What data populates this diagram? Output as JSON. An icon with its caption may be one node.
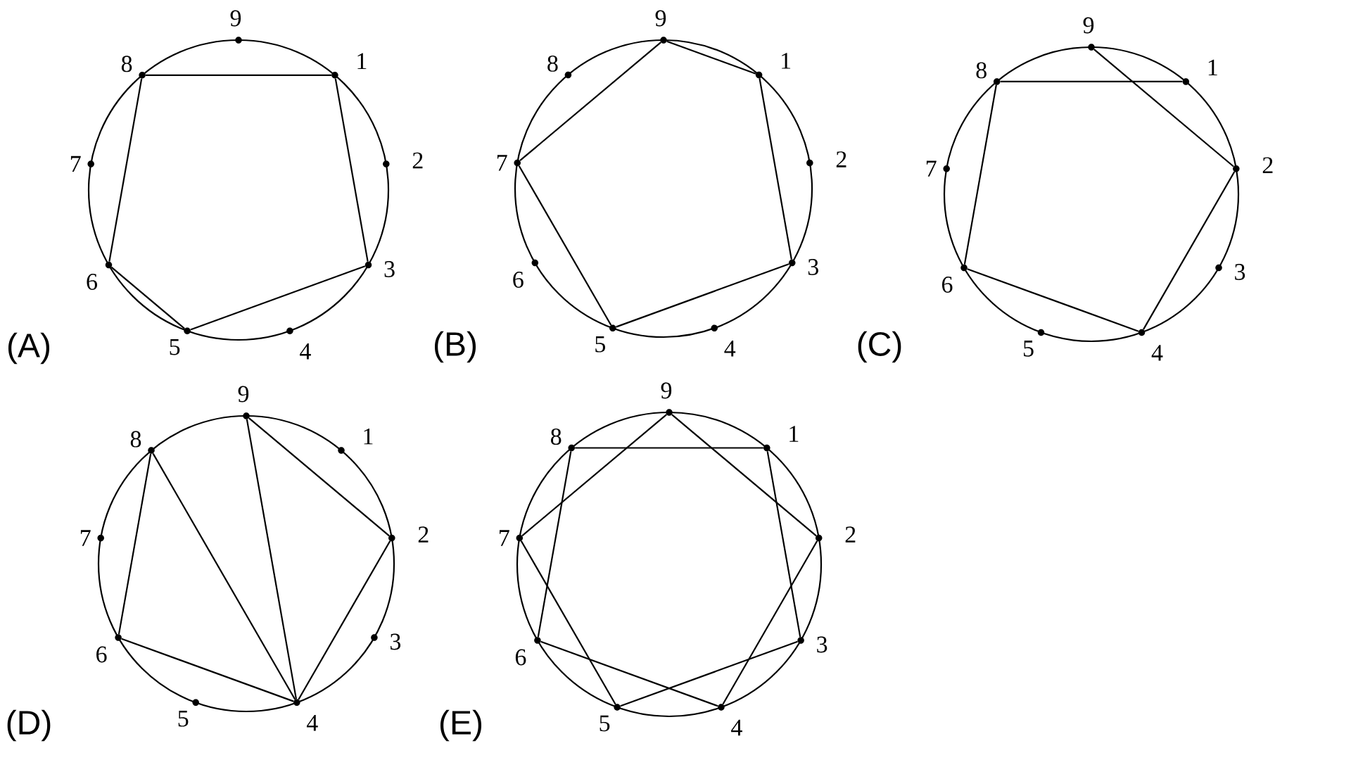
{
  "diagram": {
    "nodes": [
      {
        "text": [],
        "shape": "circle",
        "beside": [
          "1"
        ]
      },
      {
        "text": [],
        "shape": "circle",
        "beside": [
          "2"
        ]
      },
      {
        "text": [],
        "shape": "circle",
        "beside": [
          "3"
        ]
      },
      {
        "text": [],
        "shape": "circle",
        "beside": [
          "4"
        ]
      },
      {
        "text": [],
        "shape": "circle",
        "beside": [
          "5"
        ]
      },
      {
        "text": [],
        "shape": "circle",
        "beside": [
          "6"
        ]
      },
      {
        "text": [],
        "shape": "circle",
        "beside": [
          "7"
        ]
      },
      {
        "text": [],
        "shape": "circle",
        "beside": [
          "8"
        ]
      },
      {
        "text": [],
        "shape": "circle",
        "beside": [
          "9"
        ]
      },
      {
        "text": [],
        "shape": "circle",
        "beside": [
          "1"
        ]
      },
      {
        "text": [],
        "shape": "circle",
        "beside": [
          "2"
        ]
      },
      {
        "text": [],
        "shape": "circle",
        "beside": [
          "3"
        ]
      },
      {
        "text": [],
        "shape": "circle",
        "beside": [
          "4"
        ]
      },
      {
        "text": [],
        "shape": "circle",
        "beside": [
          "5"
        ]
      },
      {
        "text": [],
        "shape": "circle",
        "beside": [
          "6"
        ]
      },
      {
        "text": [],
        "shape": "circle",
        "beside": [
          "7"
        ]
      },
      {
        "text": [],
        "shape": "circle",
        "beside": [
          "8"
        ]
      },
      {
        "text": [],
        "shape": "circle",
        "beside": [
          "9"
        ]
      },
      {
        "text": [],
        "shape": "circle",
        "beside": [
          "1"
        ]
      },
      {
        "text": [],
        "shape": "circle",
        "beside": [
          "2"
        ]
      },
      {
        "text": [],
        "shape": "circle",
        "beside": [
          "3"
        ]
      },
      {
        "text": [],
        "shape": "circle",
        "beside": [
          "4"
        ]
      },
      {
        "text": [],
        "shape": "circle",
        "beside": [
          "5"
        ]
      },
      {
        "text": [],
        "shape": "circle",
        "beside": [
          "6"
        ]
      },
      {
        "text": [],
        "shape": "circle",
        "beside": [
          "7"
        ]
      },
      {
        "text": [],
        "shape": "circle",
        "beside": [
          "8"
        ]
      },
      {
        "text": [],
        "shape": "circle",
        "beside": [
          "9"
        ]
      },
      {
        "text": [],
        "shape": "circle",
        "beside": [
          "1"
        ]
      },
      {
        "text": [],
        "shape": "circle",
        "beside": [
          "2"
        ]
      },
      {
        "text": [],
        "shape": "circle",
        "beside": [
          "3"
        ]
      },
      {
        "text": [],
        "shape": "circle",
        "beside": [
          "4"
        ]
      },
      {
        "text": [],
        "shape": "circle",
        "beside": [
          "5"
        ]
      },
      {
        "text": [],
        "shape": "circle",
        "beside": [
          "6"
        ]
      },
      {
        "text": [],
        "shape": "circle",
        "beside": [
          "7"
        ]
      },
      {
        "text": [],
        "shape": "circle",
        "beside": [
          "8"
        ]
      },
      {
        "text": [],
        "shape": "circle",
        "beside": [
          "9"
        ]
      },
      {
        "text": [],
        "shape": "circle",
        "beside": [
          "1"
        ]
      },
      {
        "text": [],
        "shape": "circle",
        "beside": [
          "2"
        ]
      },
      {
        "text": [],
        "shape": "circle",
        "beside": [
          "3"
        ]
      },
      {
        "text": [],
        "shape": "circle",
        "beside": [
          "4"
        ]
      },
      {
        "text": [],
        "shape": "circle",
        "beside": [
          "5"
        ]
      },
      {
        "text": [],
        "shape": "circle",
        "beside": [
          "6"
        ]
      },
      {
        "text": [],
        "shape": "circle",
        "beside": [
          "7"
        ]
      },
      {
        "text": [],
        "shape": "circle",
        "beside": [
          "8"
        ]
      },
      {
        "text": [],
        "shape": "circle",
        "beside": [
          "9"
        ]
      }
    ],
    "edges": [
      {
        "from": 7,
        "to": 0,
        "arrow": "none"
      },
      {
        "from": 0,
        "to": 2,
        "arrow": "none"
      },
      {
        "from": 2,
        "to": 4,
        "arrow": "none"
      },
      {
        "from": 4,
        "to": 5,
        "arrow": "none"
      },
      {
        "from": 5,
        "to": 7,
        "arrow": "none"
      },
      {
        "from": 17,
        "to": 9,
        "arrow": "none"
      },
      {
        "from": 9,
        "to": 11,
        "arrow": "none"
      },
      {
        "from": 11,
        "to": 13,
        "arrow": "none"
      },
      {
        "from": 13,
        "to": 15,
        "arrow": "none"
      },
      {
        "from": 15,
        "to": 17,
        "arrow": "none"
      },
      {
        "from": 25,
        "to": 18,
        "arrow": "none"
      },
      {
        "from": 26,
        "to": 19,
        "arrow": "none"
      },
      {
        "from": 19,
        "to": 21,
        "arrow": "none"
      },
      {
        "from": 21,
        "to": 23,
        "arrow": "none"
      },
      {
        "from": 23,
        "to": 25,
        "arrow": "none"
      },
      {
        "from": 34,
        "to": 32,
        "arrow": "none"
      },
      {
        "from": 34,
        "to": 30,
        "arrow": "none"
      },
      {
        "from": 35,
        "to": 30,
        "arrow": "none"
      },
      {
        "from": 35,
        "to": 28,
        "arrow": "none"
      },
      {
        "from": 28,
        "to": 30,
        "arrow": "none"
      },
      {
        "from": 32,
        "to": 30,
        "arrow": "none"
      },
      {
        "from": 43,
        "to": 36,
        "arrow": "none"
      },
      {
        "from": 44,
        "to": 42,
        "arrow": "none"
      },
      {
        "from": 44,
        "to": 37,
        "arrow": "none"
      },
      {
        "from": 43,
        "to": 41,
        "arrow": "none"
      },
      {
        "from": 36,
        "to": 38,
        "arrow": "none"
      },
      {
        "from": 42,
        "to": 40,
        "arrow": "none"
      },
      {
        "from": 41,
        "to": 39,
        "arrow": "none"
      },
      {
        "from": 40,
        "to": 38,
        "arrow": "none"
      },
      {
        "from": 37,
        "to": 39,
        "arrow": "none"
      }
    ],
    "labels": [
      "(A)",
      "(B)",
      "(C)",
      "(D)",
      "(E)"
    ]
  }
}
